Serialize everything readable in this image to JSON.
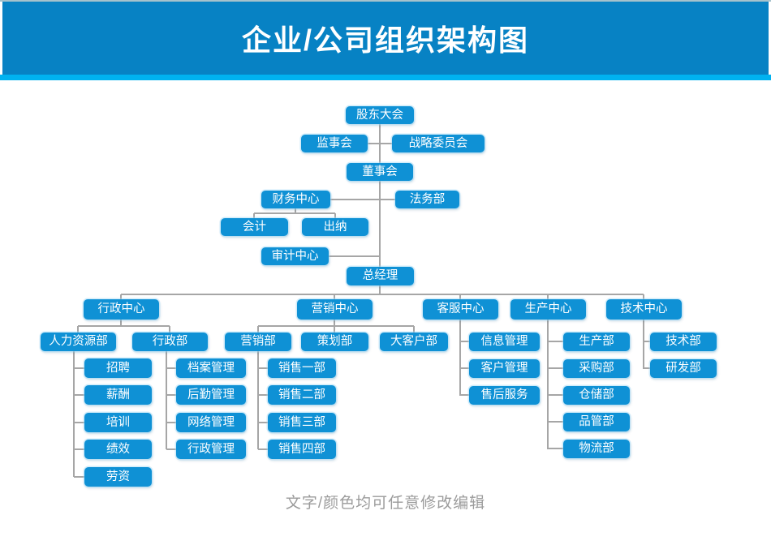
{
  "header": {
    "title": "企业/公司组织架构图"
  },
  "footer": {
    "note": "文字/颜色均可任意修改编辑"
  },
  "colors": {
    "header_bg": "#0782c4",
    "accent_strip": "#00b2f0",
    "node_fill": "#0f91d5",
    "node_text": "#ffffff",
    "connector": "#a6a6a6",
    "note_text": "#9b9b9b"
  },
  "org": {
    "nodes": [
      {
        "id": "shareholders",
        "label": "股东大会",
        "parent": null
      },
      {
        "id": "supervisory",
        "label": "监事会",
        "parent": "shareholders"
      },
      {
        "id": "strategy",
        "label": "战略委员会",
        "parent": "shareholders"
      },
      {
        "id": "board",
        "label": "董事会",
        "parent": "shareholders"
      },
      {
        "id": "finance-center",
        "label": "财务中心",
        "parent": "board"
      },
      {
        "id": "legal-dept",
        "label": "法务部",
        "parent": "board"
      },
      {
        "id": "accounting",
        "label": "会计",
        "parent": "finance-center"
      },
      {
        "id": "cashier",
        "label": "出纳",
        "parent": "finance-center"
      },
      {
        "id": "audit-center",
        "label": "审计中心",
        "parent": "board"
      },
      {
        "id": "general-manager",
        "label": "总经理",
        "parent": "board"
      },
      {
        "id": "admin-center",
        "label": "行政中心",
        "parent": "general-manager"
      },
      {
        "id": "marketing-center",
        "label": "营销中心",
        "parent": "general-manager"
      },
      {
        "id": "service-center",
        "label": "客服中心",
        "parent": "general-manager"
      },
      {
        "id": "production-center",
        "label": "生产中心",
        "parent": "general-manager"
      },
      {
        "id": "tech-center",
        "label": "技术中心",
        "parent": "general-manager"
      },
      {
        "id": "hr-dept",
        "label": "人力资源部",
        "parent": "admin-center"
      },
      {
        "id": "admin-dept",
        "label": "行政部",
        "parent": "admin-center"
      },
      {
        "id": "marketing-dept",
        "label": "营销部",
        "parent": "marketing-center"
      },
      {
        "id": "planning-dept",
        "label": "策划部",
        "parent": "marketing-center"
      },
      {
        "id": "key-account-dept",
        "label": "大客户部",
        "parent": "marketing-center"
      },
      {
        "id": "info-mgmt",
        "label": "信息管理",
        "parent": "service-center"
      },
      {
        "id": "customer-mgmt",
        "label": "客户管理",
        "parent": "service-center"
      },
      {
        "id": "after-sales",
        "label": "售后服务",
        "parent": "service-center"
      },
      {
        "id": "production-dept",
        "label": "生产部",
        "parent": "production-center"
      },
      {
        "id": "purchasing-dept",
        "label": "采购部",
        "parent": "production-center"
      },
      {
        "id": "warehouse-dept",
        "label": "仓储部",
        "parent": "production-center"
      },
      {
        "id": "qc-dept",
        "label": "品管部",
        "parent": "production-center"
      },
      {
        "id": "logistics-dept",
        "label": "物流部",
        "parent": "production-center"
      },
      {
        "id": "tech-dept",
        "label": "技术部",
        "parent": "tech-center"
      },
      {
        "id": "rd-dept",
        "label": "研发部",
        "parent": "tech-center"
      },
      {
        "id": "recruitment",
        "label": "招聘",
        "parent": "hr-dept"
      },
      {
        "id": "compensation",
        "label": "薪酬",
        "parent": "hr-dept"
      },
      {
        "id": "training",
        "label": "培训",
        "parent": "hr-dept"
      },
      {
        "id": "performance",
        "label": "绩效",
        "parent": "hr-dept"
      },
      {
        "id": "labor",
        "label": "劳资",
        "parent": "hr-dept"
      },
      {
        "id": "archives-mgmt",
        "label": "档案管理",
        "parent": "admin-dept"
      },
      {
        "id": "logistics-mgmt",
        "label": "后勤管理",
        "parent": "admin-dept"
      },
      {
        "id": "network-mgmt",
        "label": "网络管理",
        "parent": "admin-dept"
      },
      {
        "id": "admin-mgmt",
        "label": "行政管理",
        "parent": "admin-dept"
      },
      {
        "id": "sales-dept-1",
        "label": "销售一部",
        "parent": "marketing-dept"
      },
      {
        "id": "sales-dept-2",
        "label": "销售二部",
        "parent": "marketing-dept"
      },
      {
        "id": "sales-dept-3",
        "label": "销售三部",
        "parent": "marketing-dept"
      },
      {
        "id": "sales-dept-4",
        "label": "销售四部",
        "parent": "marketing-dept"
      }
    ]
  }
}
